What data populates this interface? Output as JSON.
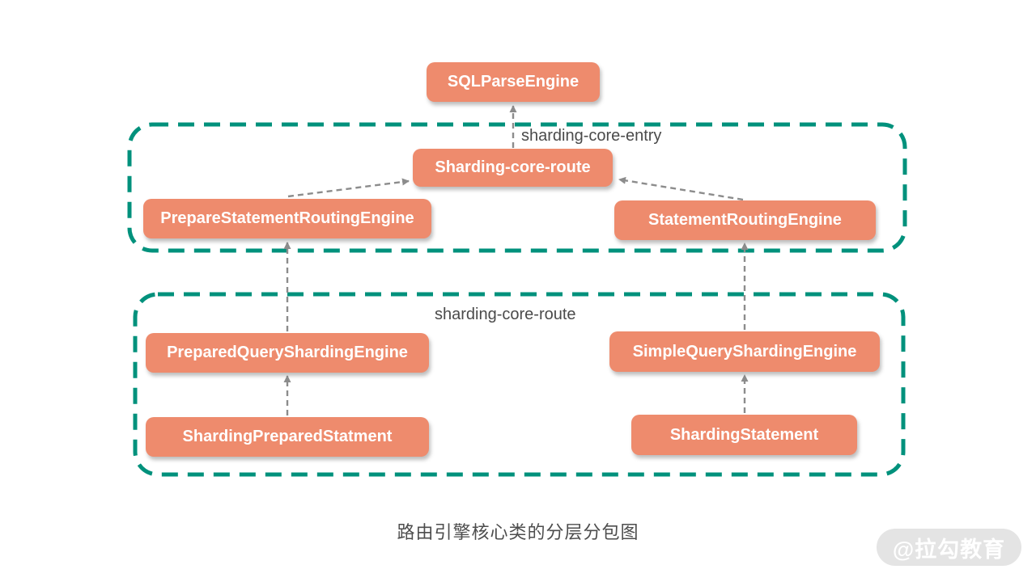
{
  "colors": {
    "node_fill": "#EE8B6D",
    "node_text": "#FFFFFF",
    "group_border": "#00917C",
    "connector": "#8C8C8C",
    "label_text": "#4A4A4A",
    "caption_text": "#4D4D4D",
    "watermark_bg": "#E4E4E4",
    "watermark_text": "#FFFFFF",
    "background": "#FFFFFF"
  },
  "nodes": {
    "sql_parse_engine": "SQLParseEngine",
    "sharding_core_route": "Sharding-core-route",
    "prepare_statement_routing_engine": "PrepareStatementRoutingEngine",
    "statement_routing_engine": "StatementRoutingEngine",
    "prepared_query_sharding_engine": "PreparedQueryShardingEngine",
    "simple_query_sharding_engine": "SimpleQueryShardingEngine",
    "sharding_prepared_statment": "ShardingPreparedStatment",
    "sharding_statement": "ShardingStatement"
  },
  "groups": {
    "entry_label": "sharding-core-entry",
    "route_label": "sharding-core-route"
  },
  "caption": "路由引擎核心类的分层分包图",
  "watermark": "@拉勾教育"
}
